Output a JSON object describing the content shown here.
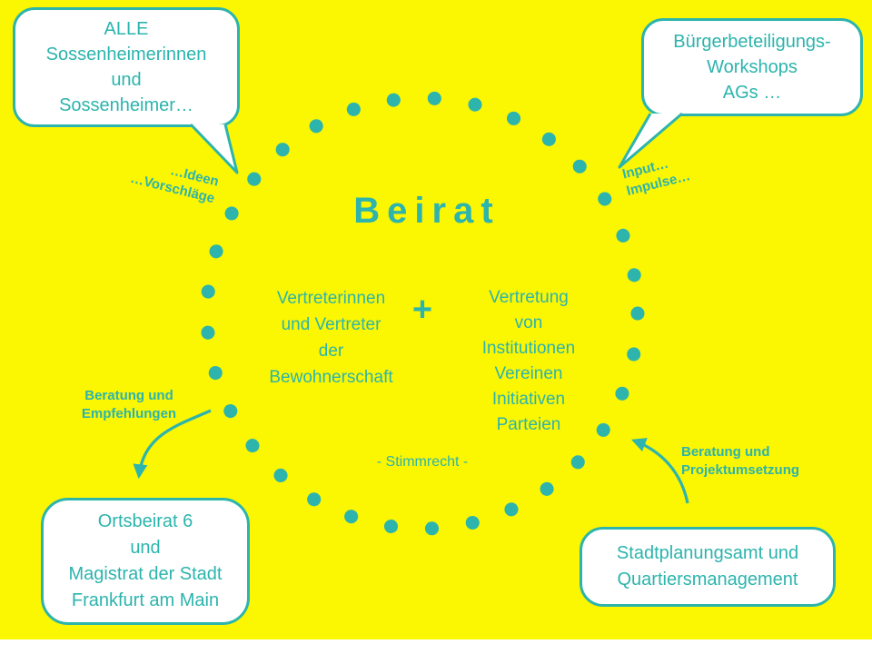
{
  "colors": {
    "background": "#FBF602",
    "accent": "#2CB4AD",
    "bubble_fill": "#FFFFFF"
  },
  "circle": {
    "title": "Beirat",
    "members_left": "Vertreterinnen\nund Vertreter\nder\nBewohnerschaft",
    "plus": "+",
    "members_right": "Vertretung\nvon\nInstitutionen\nVereinen\nInitiativen\nParteien",
    "voting_note": "- Stimmrecht -"
  },
  "bubbles": {
    "residents": "ALLE\nSossenheimerinnen\nund\nSossenheimer…",
    "workshops": "Bürgerbeteiligungs-\nWorkshops\nAGs …"
  },
  "boxes": {
    "ortsbeirat": "Ortsbeirat 6\nund\nMagistrat der Stadt\nFrankfurt am Main",
    "stadtplanungsamt": "Stadtplanungsamt und\nQuartiersmanagement"
  },
  "labels": {
    "ideas": "…Ideen\n…Vorschläge",
    "input": "Input…\nImpulse…",
    "advice_left": "Beratung und\nEmpfehlungen",
    "advice_right": "Beratung und\nProjektumsetzung"
  }
}
